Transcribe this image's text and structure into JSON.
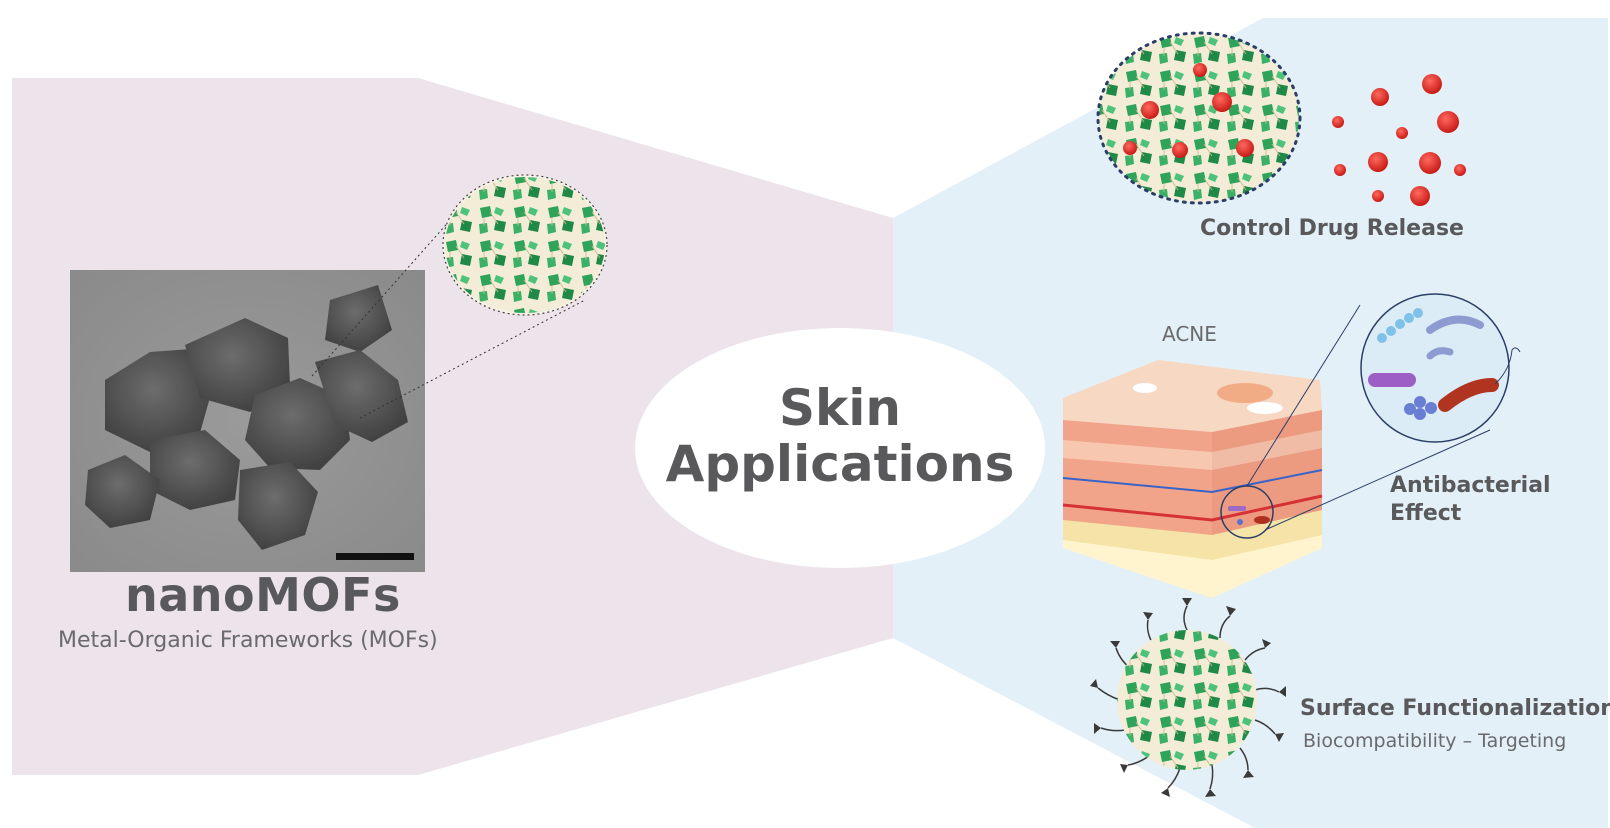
{
  "center": {
    "title": "Skin Applications"
  },
  "left_panel": {
    "title": "nanoMOFs",
    "subtitle": "Metal-Organic Frameworks (MOFs)"
  },
  "applications": {
    "drug_release": {
      "label": "Control Drug Release"
    },
    "antibacterial": {
      "skin_label": "ACNE",
      "label": "Antibacterial Effect"
    },
    "surface": {
      "title": "Surface Functionalization",
      "subtitle": "Biocompatibility – Targeting"
    }
  },
  "colors": {
    "left_panel_bg": "#ece4ea",
    "right_panel_bg": "#e3f0f8",
    "text_gray": "#59595b",
    "mof_green": "#2e9e55",
    "drug_red": "#e02b24",
    "dotted_border": "#2b3f66"
  }
}
